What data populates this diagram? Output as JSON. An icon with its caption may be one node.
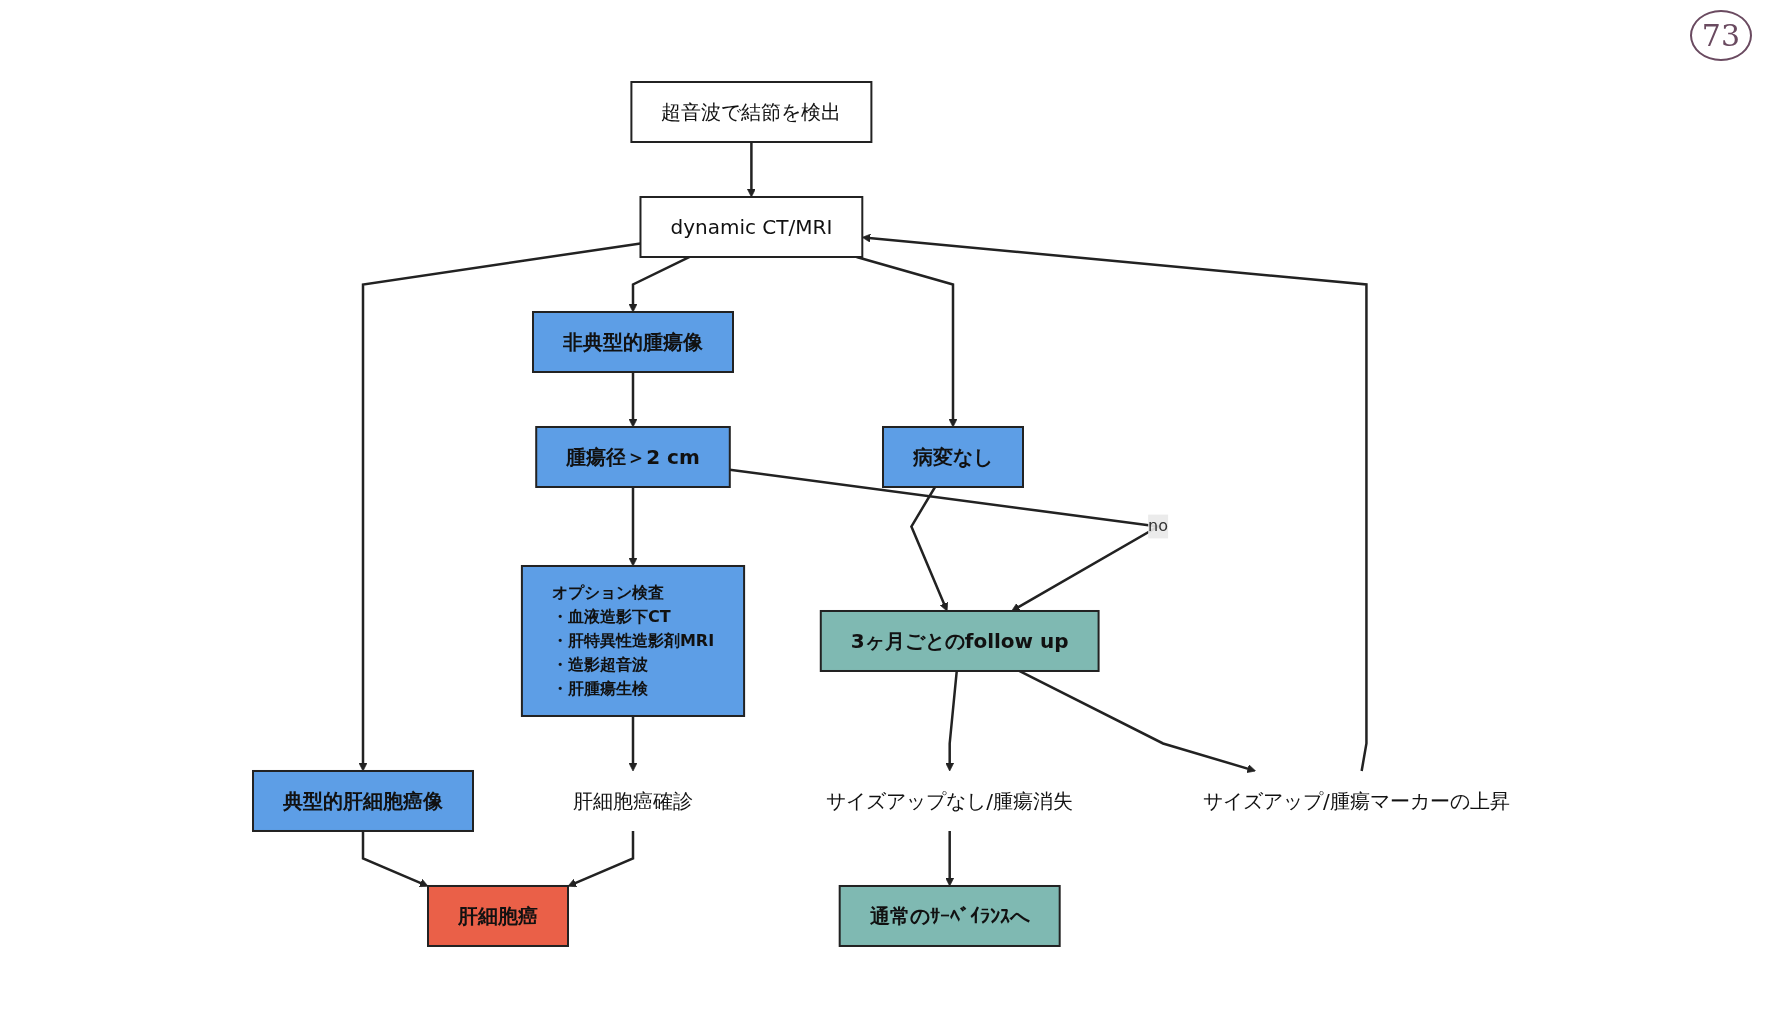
{
  "diagram": {
    "nodes": [
      {
        "text": [
          "超音波で結節を検出"
        ]
      },
      {
        "text": [
          "dynamic CT/MRI"
        ]
      },
      {
        "text": [
          "典型的肝細胞癌像"
        ]
      },
      {
        "text": [
          "非典型的腫瘍像"
        ]
      },
      {
        "text": [
          "病変なし"
        ]
      },
      {
        "text": [
          "サイズアップ/腫瘍マーカーの上昇"
        ]
      },
      {
        "text": [
          "腫瘍径＞2 cm"
        ]
      },
      {
        "text": [
          "3ヶ月ごとのfollow up"
        ]
      },
      {
        "text": [
          "オプション検査",
          "・血液造影下CT",
          "・肝特異性造影剤MRI",
          "・造影超音波",
          "・肝腫瘍生検"
        ]
      },
      {
        "text": [
          "サイズアップなし/腫瘍消失"
        ]
      },
      {
        "text": [
          "肝細胞癌確診"
        ]
      },
      {
        "text": [
          "肝細胞癌"
        ]
      },
      {
        "text": [
          "通常のｻｰﾍﾞｲﾗﾝｽへ"
        ]
      }
    ],
    "edges": [
      {
        "from": 0,
        "to": 1,
        "arrow": "to"
      },
      {
        "from": 1,
        "to": 2,
        "arrow": "to"
      },
      {
        "from": 1,
        "to": 3,
        "arrow": "to"
      },
      {
        "from": 1,
        "to": 4,
        "arrow": "to"
      },
      {
        "from": 2,
        "to": 11,
        "arrow": "to"
      },
      {
        "from": 3,
        "to": 6,
        "arrow": "to"
      },
      {
        "from": 4,
        "to": 7,
        "arrow": "to"
      },
      {
        "from": 6,
        "to": 7,
        "arrow": "to",
        "label": "no"
      },
      {
        "from": 6,
        "to": 8,
        "arrow": "to"
      },
      {
        "from": 7,
        "to": 5,
        "arrow": "to"
      },
      {
        "from": 5,
        "to": 1,
        "arrow": "to"
      },
      {
        "from": 7,
        "to": 9,
        "arrow": "to"
      },
      {
        "from": 9,
        "to": 12,
        "arrow": "to"
      },
      {
        "from": 8,
        "to": 10,
        "arrow": "to"
      },
      {
        "from": 10,
        "to": 11,
        "arrow": "to"
      }
    ],
    "labels": [
      "73"
    ]
  }
}
